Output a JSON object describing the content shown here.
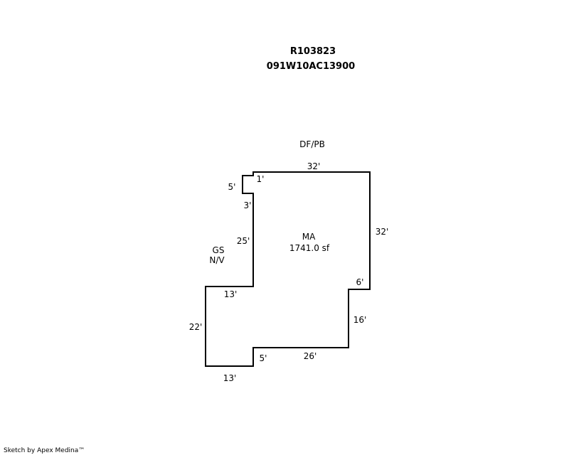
{
  "header": {
    "account_id": "R103823",
    "map_tax_lot": "091W10AC13900"
  },
  "sketch": {
    "top_label": "DF/PB",
    "side_label_line1": "GS",
    "side_label_line2": "N/V",
    "area": {
      "code": "MA",
      "size": "1741.0 sf"
    },
    "dimensions": {
      "top": "32'",
      "right_upper": "32'",
      "right_step": "6'",
      "right_lower": "16'",
      "bottom_right": "26'",
      "bottom_step": "5'",
      "bottom_left": "13'",
      "left_lower": "22'",
      "left_step": "13'",
      "left_upper": "25'",
      "notch_lower": "3'",
      "notch_side": "5'",
      "notch_top": "1'"
    }
  },
  "footer": {
    "credit": "Sketch by Apex Medina™"
  }
}
